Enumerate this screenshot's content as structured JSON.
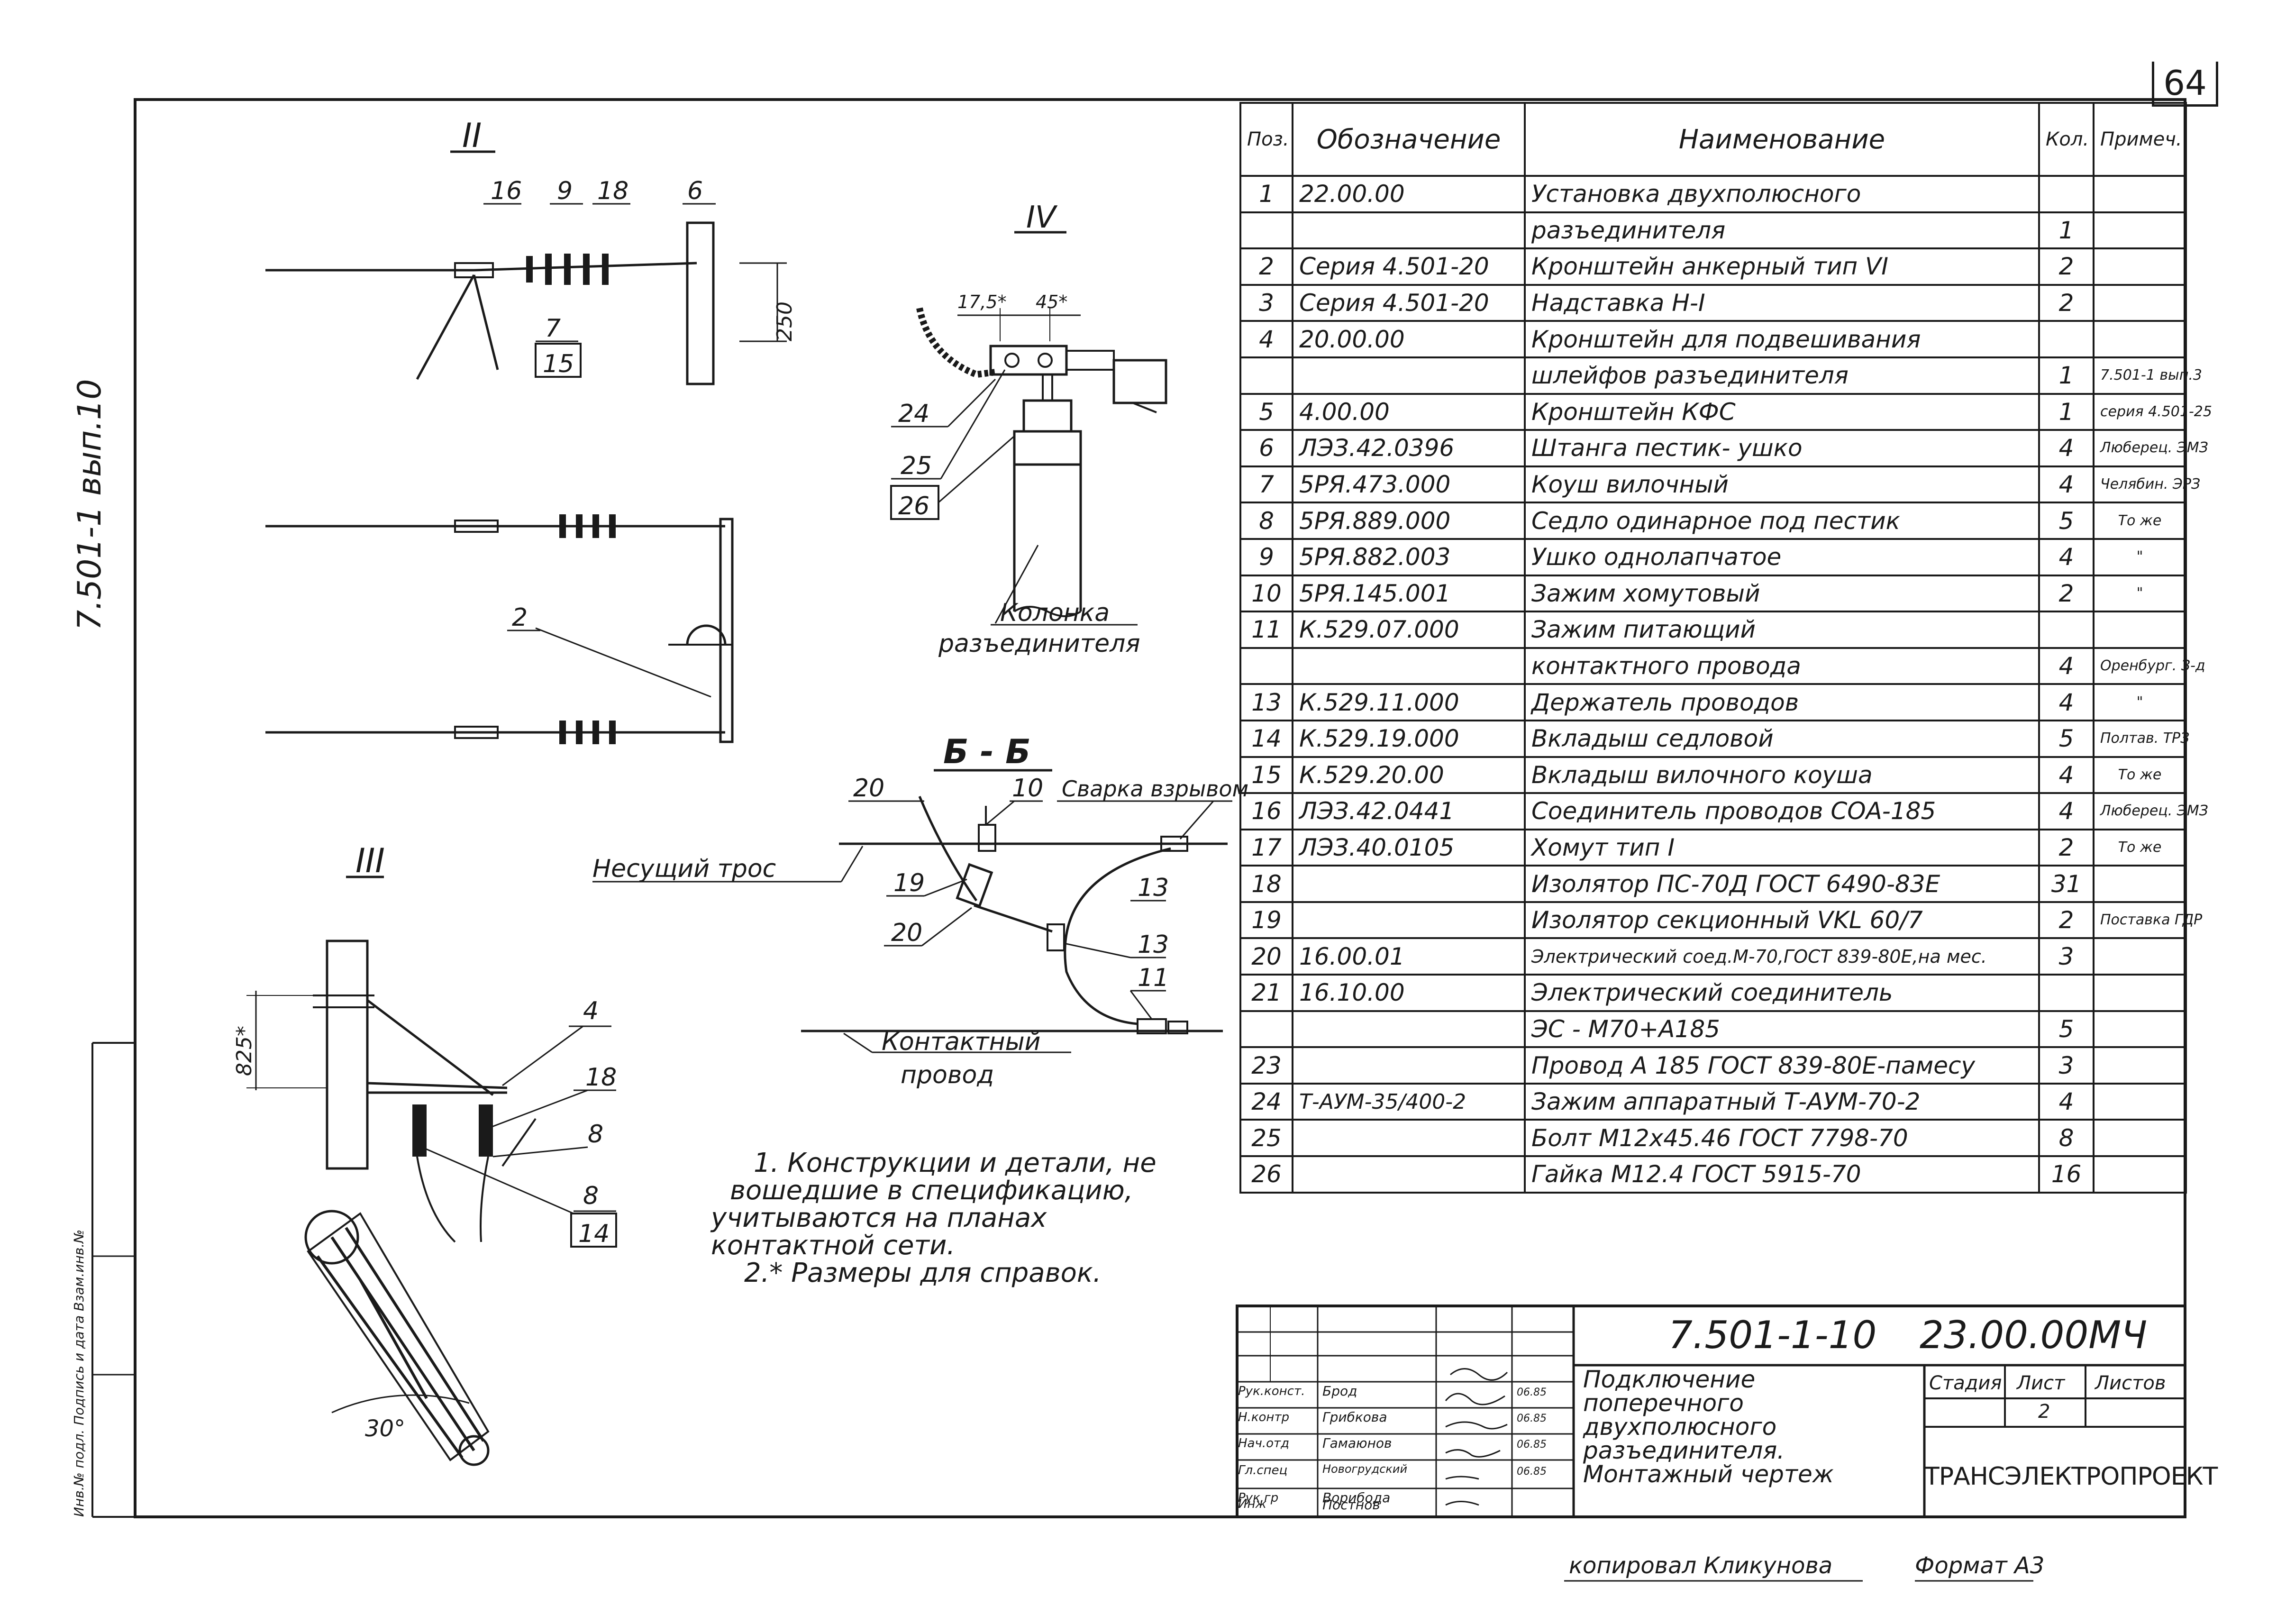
{
  "page_number": "64",
  "side_code": "7.501-1 вып.10",
  "side_strip": "Инв.№ подл.   Подпись и дата   Взам.инв.№",
  "views": {
    "view2": {
      "title": "II",
      "labels": [
        "16",
        "9",
        "18",
        "6",
        "7",
        "15",
        "250",
        "2"
      ]
    },
    "view3": {
      "title": "III",
      "labels": [
        "825*",
        "4",
        "18",
        "8",
        "8",
        "14",
        "30°"
      ]
    },
    "view4": {
      "title": "IV",
      "labels": [
        "17,5*",
        "45*",
        "24",
        "25",
        "26"
      ],
      "column_caption_1": "Колонка",
      "column_caption_2": "разъединителя"
    },
    "section_bb": {
      "title": "Б - Б",
      "weld_label": "Сварка взрывом",
      "carrier_cable": "Несущий трос",
      "contact_wire_1": "Контактный",
      "contact_wire_2": "провод",
      "labels": [
        "20",
        "10",
        "19",
        "13",
        "20",
        "13",
        "11"
      ]
    }
  },
  "spec": {
    "headers": {
      "pos": "Поз.",
      "designation": "Обозначение",
      "name": "Наименование",
      "qty": "Кол.",
      "note": "Примеч."
    },
    "rows": [
      {
        "pos": "1",
        "designation": "22.00.00",
        "name": "Установка двухполюсного",
        "qty": "",
        "note": ""
      },
      {
        "pos": "",
        "designation": "",
        "name": "разъединителя",
        "qty": "1",
        "note": ""
      },
      {
        "pos": "2",
        "designation": "Серия 4.501-20",
        "name": "Кронштейн анкерный тип VI",
        "qty": "2",
        "note": ""
      },
      {
        "pos": "3",
        "designation": "Серия 4.501-20",
        "name": "Надставка   Н-I",
        "qty": "2",
        "note": ""
      },
      {
        "pos": "4",
        "designation": "20.00.00",
        "name": "Кронштейн для подвешивания",
        "qty": "",
        "note": ""
      },
      {
        "pos": "",
        "designation": "",
        "name": "шлейфов   разъединителя",
        "qty": "1",
        "note": "7.501-1 вып.3"
      },
      {
        "pos": "5",
        "designation": "4.00.00",
        "name": "Кронштейн   КФС",
        "qty": "1",
        "note": "серия 4.501-25"
      },
      {
        "pos": "6",
        "designation": "ЛЭЗ.42.0396",
        "name": "Штанга  пестик- ушко",
        "qty": "4",
        "note": "Люберец. ЭМЗ"
      },
      {
        "pos": "7",
        "designation": "5РЯ.473.000",
        "name": "Коуш  вилочный",
        "qty": "4",
        "note": "Челябин. ЭРЗ"
      },
      {
        "pos": "8",
        "designation": "5РЯ.889.000",
        "name": "Седло одинарное под пестик",
        "qty": "5",
        "note": "То же"
      },
      {
        "pos": "9",
        "designation": "5РЯ.882.003",
        "name": "Ушко однолапчатое",
        "qty": "4",
        "note": "\""
      },
      {
        "pos": "10",
        "designation": "5РЯ.145.001",
        "name": "Зажим  хомутовый",
        "qty": "2",
        "note": "\""
      },
      {
        "pos": "11",
        "designation": "К.529.07.000",
        "name": "Зажим  питающий",
        "qty": "",
        "note": ""
      },
      {
        "pos": "",
        "designation": "",
        "name": "контактного  провода",
        "qty": "4",
        "note": "Оренбург. З-д"
      },
      {
        "pos": "13",
        "designation": "К.529.11.000",
        "name": "Держатель   проводов",
        "qty": "4",
        "note": "\""
      },
      {
        "pos": "14",
        "designation": "К.529.19.000",
        "name": "Вкладыш   седловой",
        "qty": "5",
        "note": "Полтав. ТРЗ"
      },
      {
        "pos": "15",
        "designation": "К.529.20.00",
        "name": "Вкладыш  вилочного  коуша",
        "qty": "4",
        "note": "То же"
      },
      {
        "pos": "16",
        "designation": "ЛЭЗ.42.0441",
        "name": "Соединитель проводов СОА-185",
        "qty": "4",
        "note": "Люберец. ЭМЗ"
      },
      {
        "pos": "17",
        "designation": "ЛЭЗ.40.0105",
        "name": "Хомут    тип I",
        "qty": "2",
        "note": "То же"
      },
      {
        "pos": "18",
        "designation": "",
        "name": "Изолятор ПС-70Д ГОСТ 6490-83Е",
        "qty": "31",
        "note": ""
      },
      {
        "pos": "19",
        "designation": "",
        "name": "Изолятор секционный VKL 60/7",
        "qty": "2",
        "note": "Поставка ГДР"
      },
      {
        "pos": "20",
        "designation": "16.00.01",
        "name": "Электрический соед.М-70,ГОСТ 839-80Е,на мес.",
        "qty": "3",
        "note": ""
      },
      {
        "pos": "21",
        "designation": "16.10.00",
        "name": "Электрический соединитель",
        "qty": "",
        "note": ""
      },
      {
        "pos": "",
        "designation": "",
        "name": "ЭС - М70+А185",
        "qty": "5",
        "note": ""
      },
      {
        "pos": "23",
        "designation": "",
        "name": "Провод А 185 ГОСТ 839-80Е-памесу",
        "qty": "3",
        "note": ""
      },
      {
        "pos": "24",
        "designation": "Т-АУМ-35/400-2",
        "name": "Зажим аппаратный Т-АУМ-70-2",
        "qty": "4",
        "note": ""
      },
      {
        "pos": "25",
        "designation": "",
        "name": "Болт М12х45.46 ГОСТ 7798-70",
        "qty": "8",
        "note": ""
      },
      {
        "pos": "26",
        "designation": "",
        "name": "Гайка М12.4   ГОСТ 5915-70",
        "qty": "16",
        "note": ""
      }
    ]
  },
  "notes": [
    "1. Конструкции и детали, не",
    "вошедшие в спецификацию,",
    "учитываются на планах",
    "контактной сети.",
    "2.* Размеры для справок."
  ],
  "title_block": {
    "doc_code": "7.501-1-10",
    "doc_number": "23.00.00МЧ",
    "title": "Подключение поперечного двухполюсного разъединителя. Монтажный чертеж",
    "stage_label": "Стадия",
    "sheet_label": "Лист",
    "sheets_label": "Листов",
    "sheet_value": "2",
    "organization": "ТРАНСЭЛЕКТРОПРОЕКТ",
    "signatures": [
      {
        "role": "Рук.конст.",
        "name": "Брод",
        "date": "06.85"
      },
      {
        "role": "Н.контр",
        "name": "Грибкова",
        "date": "06.85"
      },
      {
        "role": "Нач.отд",
        "name": "Гамаюнов",
        "date": "06.85"
      },
      {
        "role": "Гл.спец",
        "name": "Новогрудский",
        "date": "06.85"
      },
      {
        "role": "Рук.гр",
        "name": "Ворибода",
        "date": ""
      },
      {
        "role": "Инж",
        "name": "Постнов",
        "date": ""
      }
    ]
  },
  "copied_by": "копировал Кликунова",
  "format": "Формат А3"
}
